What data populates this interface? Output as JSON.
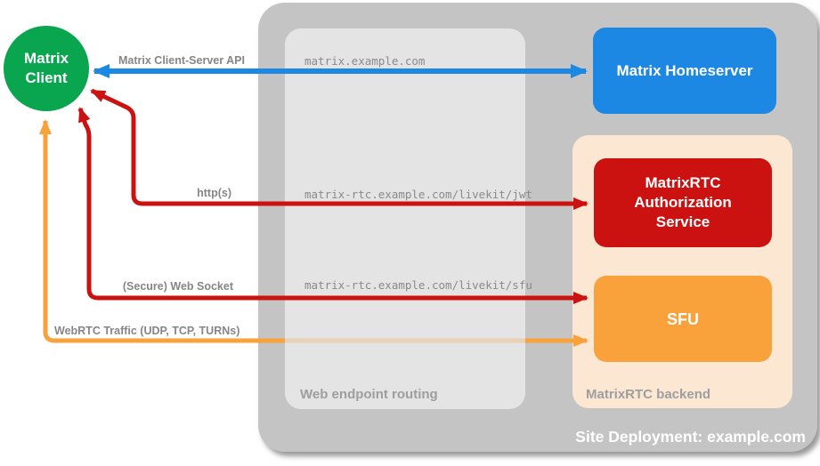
{
  "title": {
    "site_caption": "Site Deployment: example.com"
  },
  "client": {
    "line1": "Matrix",
    "line2": "Client"
  },
  "nodes": {
    "homeserver": {
      "label": "Matrix Homeserver"
    },
    "auth_service": {
      "label": "MatrixRTC Authorization Service"
    },
    "sfu": {
      "label": "SFU"
    }
  },
  "containers": {
    "routing_caption": "Web endpoint routing",
    "backend_caption": "MatrixRTC backend"
  },
  "endpoints": {
    "homeserver": "matrix.example.com",
    "jwt": "matrix-rtc.example.com/livekit/jwt",
    "sfu": "matrix-rtc.example.com/livekit/sfu"
  },
  "arrow_labels": {
    "api": "Matrix Client-Server API",
    "http": "http(s)",
    "websocket": "(Secure) Web Socket",
    "webrtc": "WebRTC Traffic (UDP, TCP, TURNs)"
  },
  "colors": {
    "client_green": "#0aa64f",
    "homeserver_blue": "#1d87e4",
    "auth_red": "#cc1111",
    "sfu_orange": "#f9a23c",
    "backend_peach": "#fce8d2",
    "site_gray": "#c4c4c4",
    "routing_gray": "#e4e4e4",
    "label_gray": "#8a8a8a"
  }
}
